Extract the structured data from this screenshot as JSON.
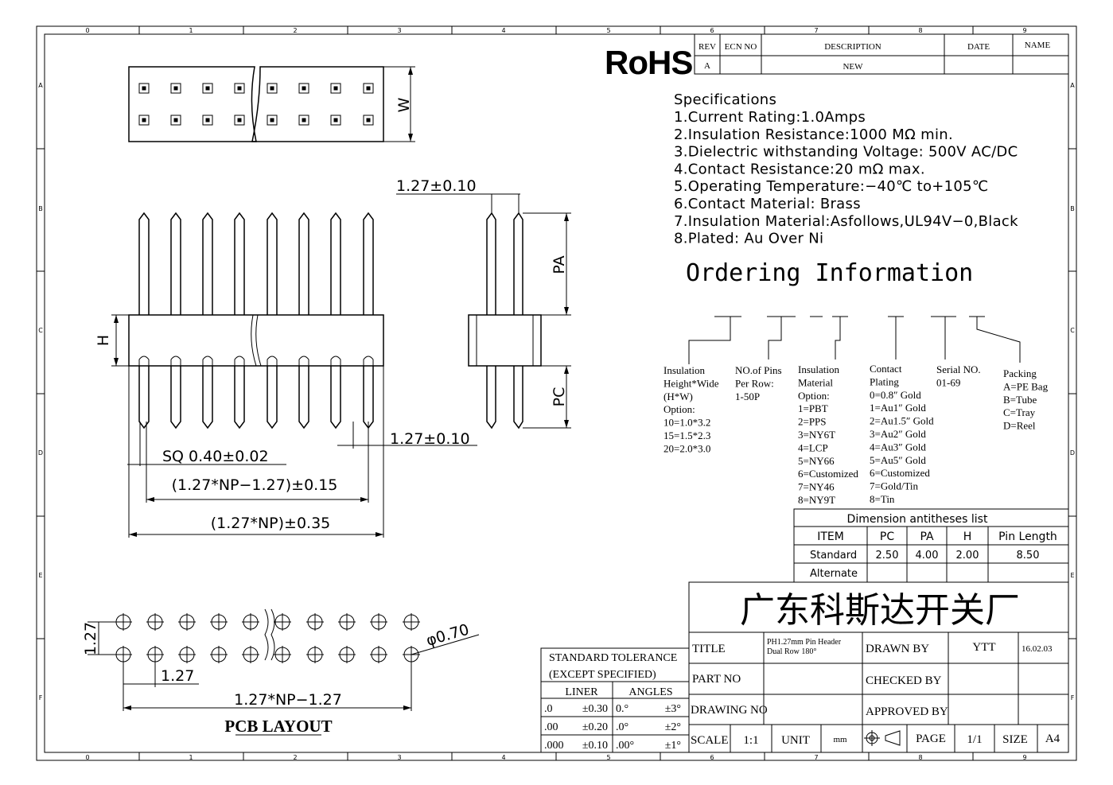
{
  "border": {
    "columns": [
      "0",
      "1",
      "2",
      "3",
      "4",
      "5",
      "6",
      "7",
      "8",
      "9"
    ],
    "rows": [
      "A",
      "B",
      "C",
      "D",
      "E",
      "F"
    ]
  },
  "rohs": "RoHS",
  "revision_table": {
    "headers": {
      "rev": "REV",
      "ecn": "ECN NO",
      "desc": "DESCRIPTION",
      "date": "DATE",
      "name": "NAME"
    },
    "row": {
      "rev": "A",
      "ecn": "",
      "desc": "NEW",
      "date": "",
      "name": ""
    }
  },
  "specifications": {
    "heading": "Specifications",
    "items": [
      "1.Current  Rating:1.0Amps",
      "2.Insulation  Resistance:1000  MΩ  min.",
      "3.Dielectric  withstanding  Voltage:  500V  AC/DC",
      "4.Contact  Resistance:20  mΩ  max.",
      "5.Operating  Temperature:−40℃  to+105℃",
      "6.Contact  Material:  Brass",
      "7.Insulation  Material:Asfollows,UL94V−0,Black",
      "8.Plated:  Au  Over  Ni"
    ]
  },
  "ordering": {
    "heading": "Ordering  Information",
    "insulation_height": [
      "Insulation",
      "Height*Wide",
      "(H*W)",
      "Option:",
      "10=1.0*3.2",
      "15=1.5*2.3",
      "20=2.0*3.0"
    ],
    "pins": [
      "NO.of Pins",
      "Per Row:",
      "1-50P"
    ],
    "material": [
      "Insulation",
      "Material",
      "Option:",
      "1=PBT",
      "2=PPS",
      "3=NY6T",
      "4=LCP",
      "5=NY66",
      "6=Customized",
      "7=NY46",
      "8=NY9T"
    ],
    "plating": [
      "Contact",
      "Plating",
      "0=0.8″ Gold",
      "1=Au1″ Gold",
      "2=Au1.5″ Gold",
      "3=Au2″ Gold",
      "4=Au3″ Gold",
      "5=Au5″ Gold",
      "6=Customized",
      "7=Gold/Tin",
      "8=Tin"
    ],
    "serial": [
      "Serial NO.",
      "01-69"
    ],
    "packing": [
      "Packing",
      "A=PE Bag",
      "B=Tube",
      "C=Tray",
      "D=Reel"
    ]
  },
  "dimension_table": {
    "title": "Dimension  antitheses  list",
    "headers": [
      "ITEM",
      "PC",
      "PA",
      "H",
      "Pin Length"
    ],
    "rows": [
      [
        "Standard",
        "2.50",
        "4.00",
        "2.00",
        "8.50"
      ],
      [
        "Alternate",
        "",
        "",
        "",
        ""
      ]
    ]
  },
  "dimensions": {
    "w": "W",
    "pitch_top": "1.27±0.10",
    "pa": "PA",
    "pc": "PC",
    "h": "H",
    "pitch_side": "1.27±0.10",
    "sq": "SQ  0.40±0.02",
    "np_minus": "(1.27*NP−1.27)±0.15",
    "np": "(1.27*NP)±0.35",
    "pcb_row": "1.27",
    "pcb_pitch": "1.27",
    "pcb_span": "1.27*NP−1.27",
    "hole": "φ0.70",
    "pcb_title": "PCB  LAYOUT"
  },
  "company": "广东科斯达开关厂",
  "title_block": {
    "title_label": "TITLE",
    "title_value_1": "PH1.27mm Pin Header",
    "title_value_2": "Dual Row 180°",
    "drawn_label": "DRAWN BY",
    "drawn_value": "YTT",
    "drawn_date": "16.02.03",
    "part_label": "PART NO",
    "checked_label": "CHECKED BY",
    "drawing_label": "DRAWING NO",
    "approved_label": "APPROVED BY",
    "scale_label": "SCALE",
    "scale_value": "1:1",
    "unit_label": "UNIT",
    "unit_value": "mm",
    "page_label": "PAGE",
    "page_value": "1/1",
    "size_label": "SIZE",
    "size_value": "A4"
  },
  "tolerance": {
    "title_1": "STANDARD  TOLERANCE",
    "title_2": "(EXCEPT   SPECIFIED)",
    "liner": "LINER",
    "angles": "ANGLES",
    "rows": [
      [
        ".0",
        "±0.30",
        "0.°",
        "±3°"
      ],
      [
        ".00",
        "±0.20",
        ".0°",
        "±2°"
      ],
      [
        ".000",
        "±0.10",
        ".00°",
        "±1°"
      ]
    ]
  }
}
